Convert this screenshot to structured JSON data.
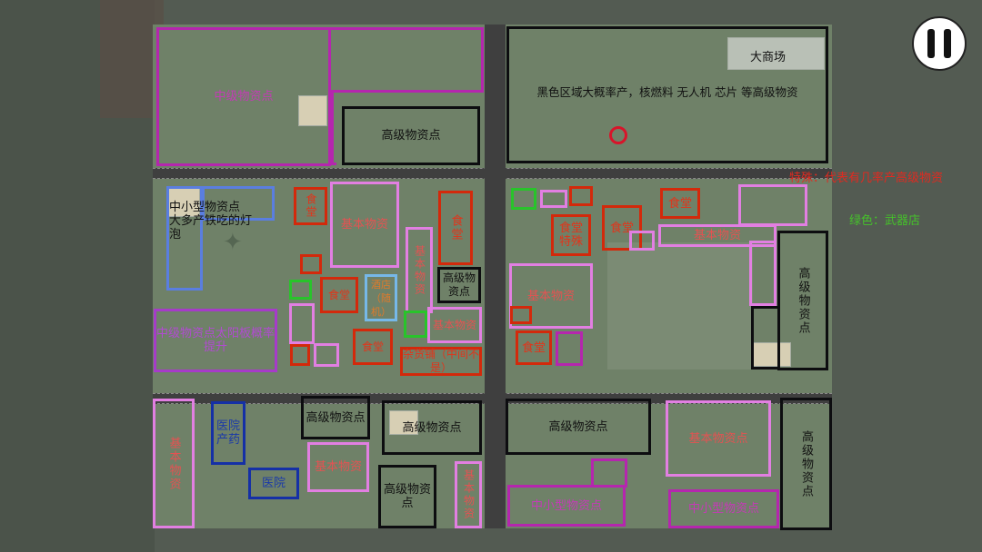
{
  "map": {
    "zones": {
      "mid_tier_top_left": "中级物资点",
      "high_tier_top_center": "高级物资点",
      "black_area_note": "黑色区域大概率产，核燃料 无人机 芯片 等高级物资",
      "mall": "大商场",
      "small_mid_left": "中小型物资点",
      "small_mid_left_note": "大多产铁吃的灯泡",
      "canteen_a": "食堂",
      "basic_a": "基本物资",
      "canteen_b": "食堂",
      "basic_vertical_a": "基本物资",
      "high_small_center": "高级物资点",
      "canteen_c": "食堂",
      "hotel": "酒店（随机）",
      "canteen_d": "食堂",
      "basic_b": "基本物资",
      "mid_solar": "中级物资点太阳板概率提升",
      "shop_street": "杂货铺（中间不是）",
      "canteen_special": "食堂特殊",
      "canteen_e": "食堂",
      "canteen_f": "食堂",
      "basic_c": "基本物资",
      "basic_right": "基本物资",
      "high_right_vertical": "高级物资点",
      "canteen_g": "食堂",
      "basic_bottom_left": "基本物资",
      "hospital_pharmacy": "医院产药",
      "hospital": "医院",
      "high_bottom_a": "高级物资点",
      "basic_bottom_a": "基本物资",
      "high_bottom_b": "高级物资点",
      "high_bottom_c": "高级物资点",
      "basic_bottom_vertical": "基本物资",
      "high_bottom_large": "高级物资点",
      "small_mid_bottom_a": "中小型物资点",
      "basic_bottom_right": "基本物资点",
      "small_mid_bottom_b": "中小型物资点",
      "high_bottom_right_vertical": "高级物资点"
    }
  },
  "legend": {
    "special_red": "特殊：代表有几率产高级物资",
    "green": "绿色：武器店"
  },
  "colors": {
    "basic": "#e27fe2",
    "mid": "#a63bc9",
    "high": "#0d0d10",
    "canteen": "#d3290b",
    "weapon": "#28c42a",
    "hospital": "#1530a6",
    "legend_red": "#e02a20",
    "legend_green": "#45c22a"
  },
  "controls": {
    "pause_icon": "pause-icon"
  }
}
